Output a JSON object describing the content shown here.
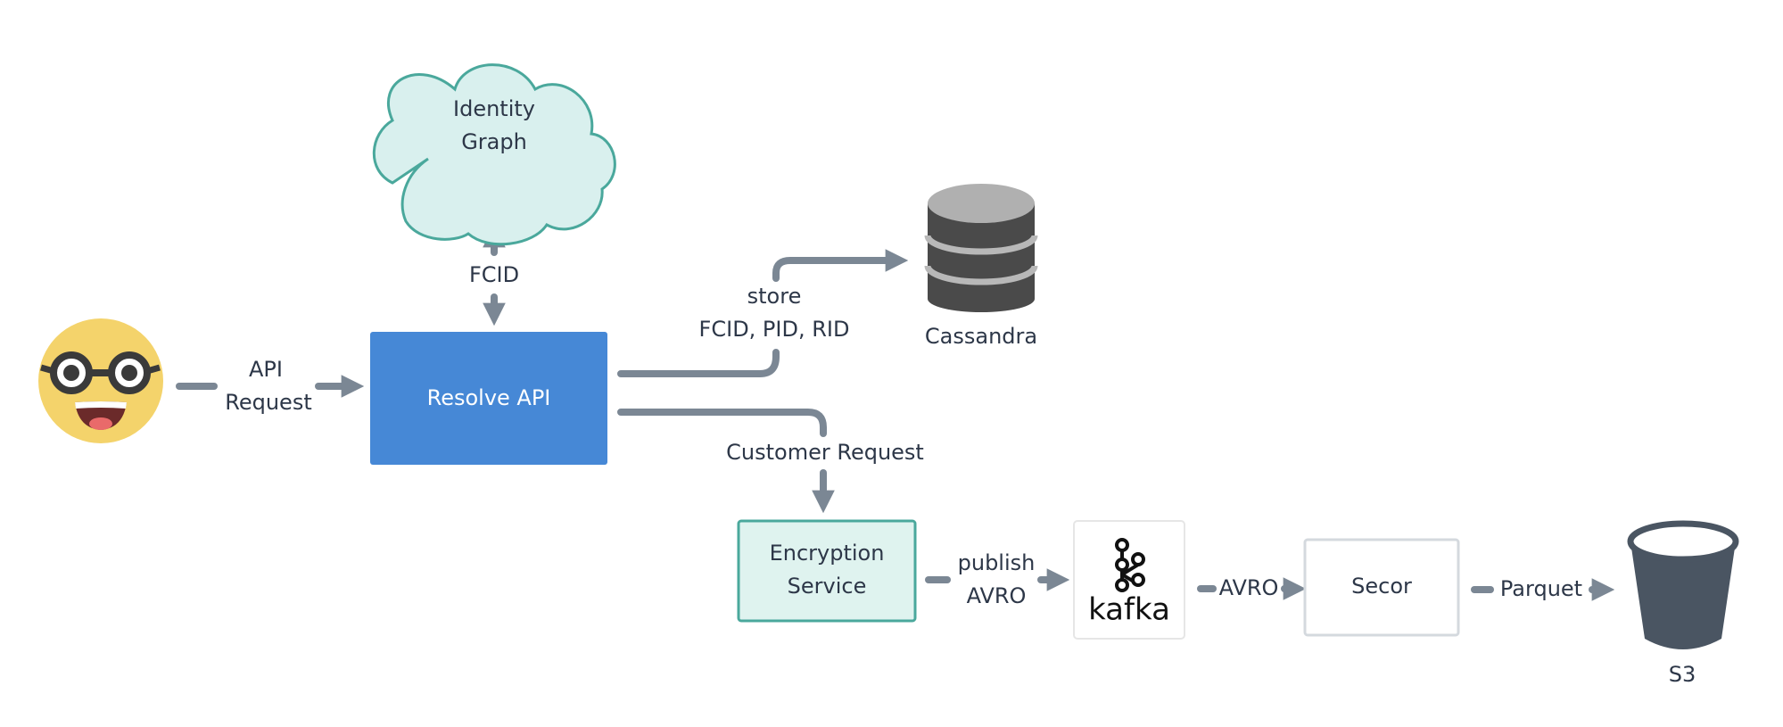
{
  "nodes": {
    "identity_graph": {
      "line1": "Identity",
      "line2": "Graph"
    },
    "resolve_api": {
      "label": "Resolve API"
    },
    "cassandra": {
      "label": "Cassandra"
    },
    "encryption_service": {
      "line1": "Encryption",
      "line2": "Service"
    },
    "kafka": {
      "label": "kafka"
    },
    "secor": {
      "label": "Secor"
    },
    "s3": {
      "label": "S3"
    }
  },
  "edges": {
    "api_request": {
      "line1": "API",
      "line2": "Request"
    },
    "fcid": {
      "label": "FCID"
    },
    "store": {
      "line1": "store",
      "line2": "FCID, PID, RID"
    },
    "customer_request": {
      "label": "Customer Request"
    },
    "publish_avro": {
      "line1": "publish",
      "line2": "AVRO"
    },
    "avro": {
      "label": "AVRO"
    },
    "parquet": {
      "label": "Parquet"
    }
  },
  "colors": {
    "arrow": "#7b8794",
    "resolve_fill": "#4688d6",
    "cloud_fill": "#d9f0ee",
    "cloud_stroke": "#4aa89c",
    "encryption_fill": "#dff3ef",
    "encryption_stroke": "#4aa89c",
    "cassandra": "#4a4a4a",
    "s3": "#4a5562",
    "emoji_face": "#f4d36b"
  },
  "icons": {
    "user": "nerd-face-emoji-icon",
    "cassandra": "database-cylinder-icon",
    "kafka": "kafka-logo-icon",
    "s3": "bucket-icon"
  }
}
